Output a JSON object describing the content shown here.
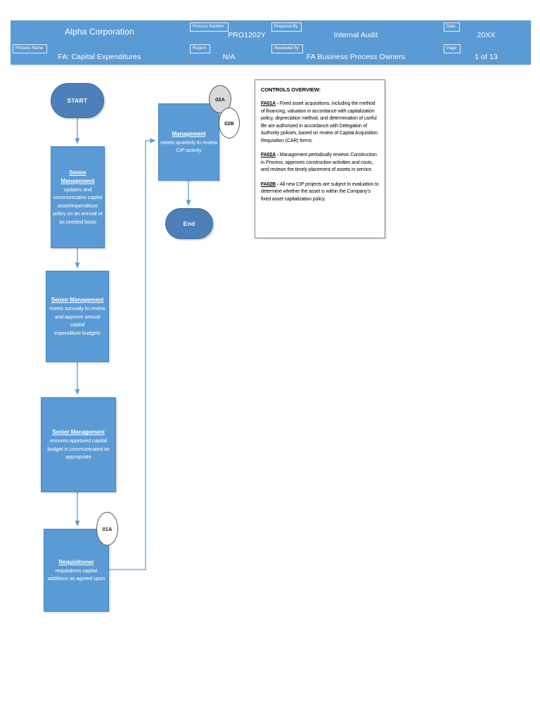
{
  "header": {
    "rows": [
      {
        "cells": [
          {
            "label": "",
            "value": "Alpha Corporation"
          },
          {
            "label": "Process Number",
            "value": "PRO1202Y"
          },
          {
            "label": "Prepared By",
            "value": "Internal Audit"
          },
          {
            "label": "Date",
            "value": "20XX"
          }
        ]
      },
      {
        "cells": [
          {
            "label": "Process Name",
            "value": "FA: Capital Expenditures"
          },
          {
            "label": "Region",
            "value": "N/A"
          },
          {
            "label": "Reviewed By",
            "value": "FA Business Process Owners"
          },
          {
            "label": "Page",
            "value": "1 of 13"
          }
        ]
      }
    ]
  },
  "flowchart": {
    "start_label": "START",
    "end_label": "End",
    "boxes": [
      {
        "title": "Senior Management",
        "body": "updates and\ncommunicates capital\nasset/expenditure\npolicy on an annual or\nas needed basis"
      },
      {
        "title": "Senior Management",
        "body": "meets annually to review\nand approve annual capital\nexpenditure budgets"
      },
      {
        "title": "Senior Management",
        "body": "ensures approved capital\nbudget is communicated as\nappropriate"
      },
      {
        "title": "Requisitioner",
        "body": "requisitions capital\nadditions as agreed upon"
      },
      {
        "title": "Management",
        "body": "meets quarterly to review\nCIP activity"
      }
    ],
    "badges": [
      {
        "label": "01A",
        "fill": "#ffffff"
      },
      {
        "label": "02A",
        "fill": "#d9d9d9"
      },
      {
        "label": "02B",
        "fill": "#ffffff"
      }
    ]
  },
  "controls_overview": {
    "title": "CONTROLS OVERVIEW:",
    "separator": " - ",
    "items": [
      {
        "code": "FA01A",
        "text": "Fixed asset acquisitions, including the method of financing, valuation in accordance with capitalization policy, depreciation method, and determination of useful life are authorized in accordance with Delegation of Authority policies, based on review of Capital Acquisition Requisition (CAR) forms."
      },
      {
        "code": "FA02A",
        "text": "Management periodically reviews Construction in Process, approves construction activities and costs, and reviews the timely placement of assets in service."
      },
      {
        "code": "FA02B",
        "text": "All new CIP projects are subject to evaluation to determine whether the asset is within the Company's fixed asset capitalization policy."
      }
    ]
  },
  "colors": {
    "header_fill": "#5b9bd5",
    "process_fill": "#5b9bd5",
    "process_border": "#4a86c5",
    "terminator_fill": "#4d7fb9",
    "terminator_border": "#41719c",
    "connector": "#5b9bd5",
    "badge_gray": "#d9d9d9",
    "text_on_blue": "#ffffff",
    "controls_border": "#7f7f7f"
  }
}
